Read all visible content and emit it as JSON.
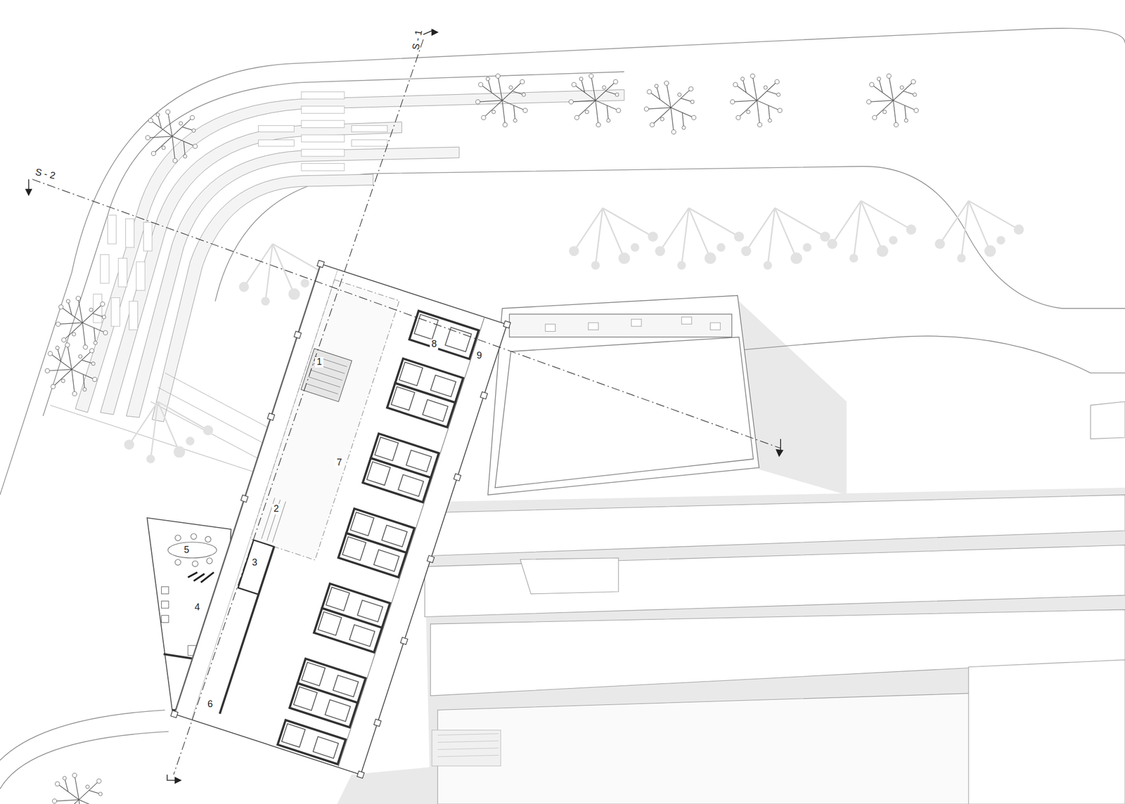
{
  "diagram": {
    "labels": [
      "S - 1",
      "S - 2",
      "1",
      "2",
      "3",
      "4",
      "5",
      "6",
      "7",
      "8",
      "9"
    ]
  }
}
